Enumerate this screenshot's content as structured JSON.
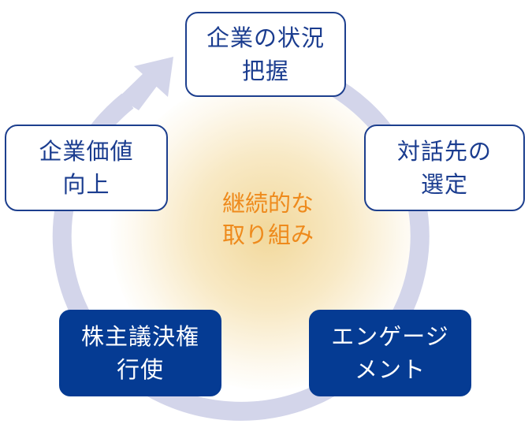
{
  "diagram": {
    "type": "cycle",
    "center_label": [
      "継続的な",
      "取り組み"
    ],
    "steps": [
      {
        "lines": [
          "企業の状況",
          "把握"
        ],
        "style": "outlined"
      },
      {
        "lines": [
          "対話先の",
          "選定"
        ],
        "style": "outlined"
      },
      {
        "lines": [
          "エンゲージ",
          "メント"
        ],
        "style": "filled"
      },
      {
        "lines": [
          "株主議決権",
          "行使"
        ],
        "style": "filled"
      },
      {
        "lines": [
          "企業価値",
          "向上"
        ],
        "style": "outlined"
      }
    ],
    "flow_direction": "clockwise",
    "colors": {
      "ring": "#d3d5ea",
      "outlined_border": "#1d3f8e",
      "outlined_text": "#1a3c8f",
      "filled_bg": "#053b93",
      "filled_text": "#ffffff",
      "center_text": "#ee8a1c",
      "center_glow": "#f1d696"
    }
  }
}
